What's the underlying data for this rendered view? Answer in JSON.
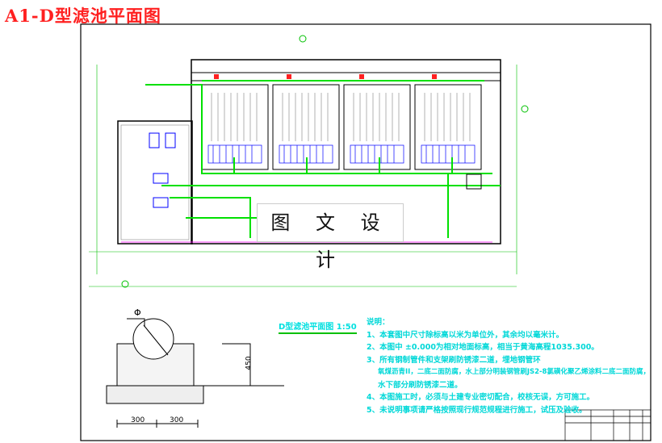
{
  "drawing_title": "A1-D型滤池平面图",
  "watermark": "图 文 设 计",
  "section_title": "D型滤池平面图  1:50",
  "detail": {
    "dim_left": "300",
    "dim_right": "300",
    "dim_height": "450",
    "pipe_symbol": "Φ"
  },
  "notes": {
    "heading": "说明：",
    "items": [
      "1、本套图中尺寸除标高以米为单位外，其余均以毫米计。",
      "2、本图中 ±0.000为相对地面标高，相当于黄海高程1035.300。",
      "3、所有钢制管件和支架刷防锈漆二道，埋地钢管环",
      "氧煤沥青II，二底二面防腐，水上部分明装钢管刷JS2-8氯磺化聚乙烯涂料二底二面防腐，",
      "水下部分刷防锈漆二道。",
      "4、本图施工时，必须与土建专业密切配合，校核无误，方可施工。",
      "5、未说明事项请严格按照现行规范规程进行施工，试压及验收。"
    ]
  },
  "colors": {
    "title": "#ff2020",
    "notes": "#00d8d8",
    "pipe": "#00e000",
    "wall": "#000000",
    "accent": "#ff00ff",
    "filter": "#0000ff"
  }
}
